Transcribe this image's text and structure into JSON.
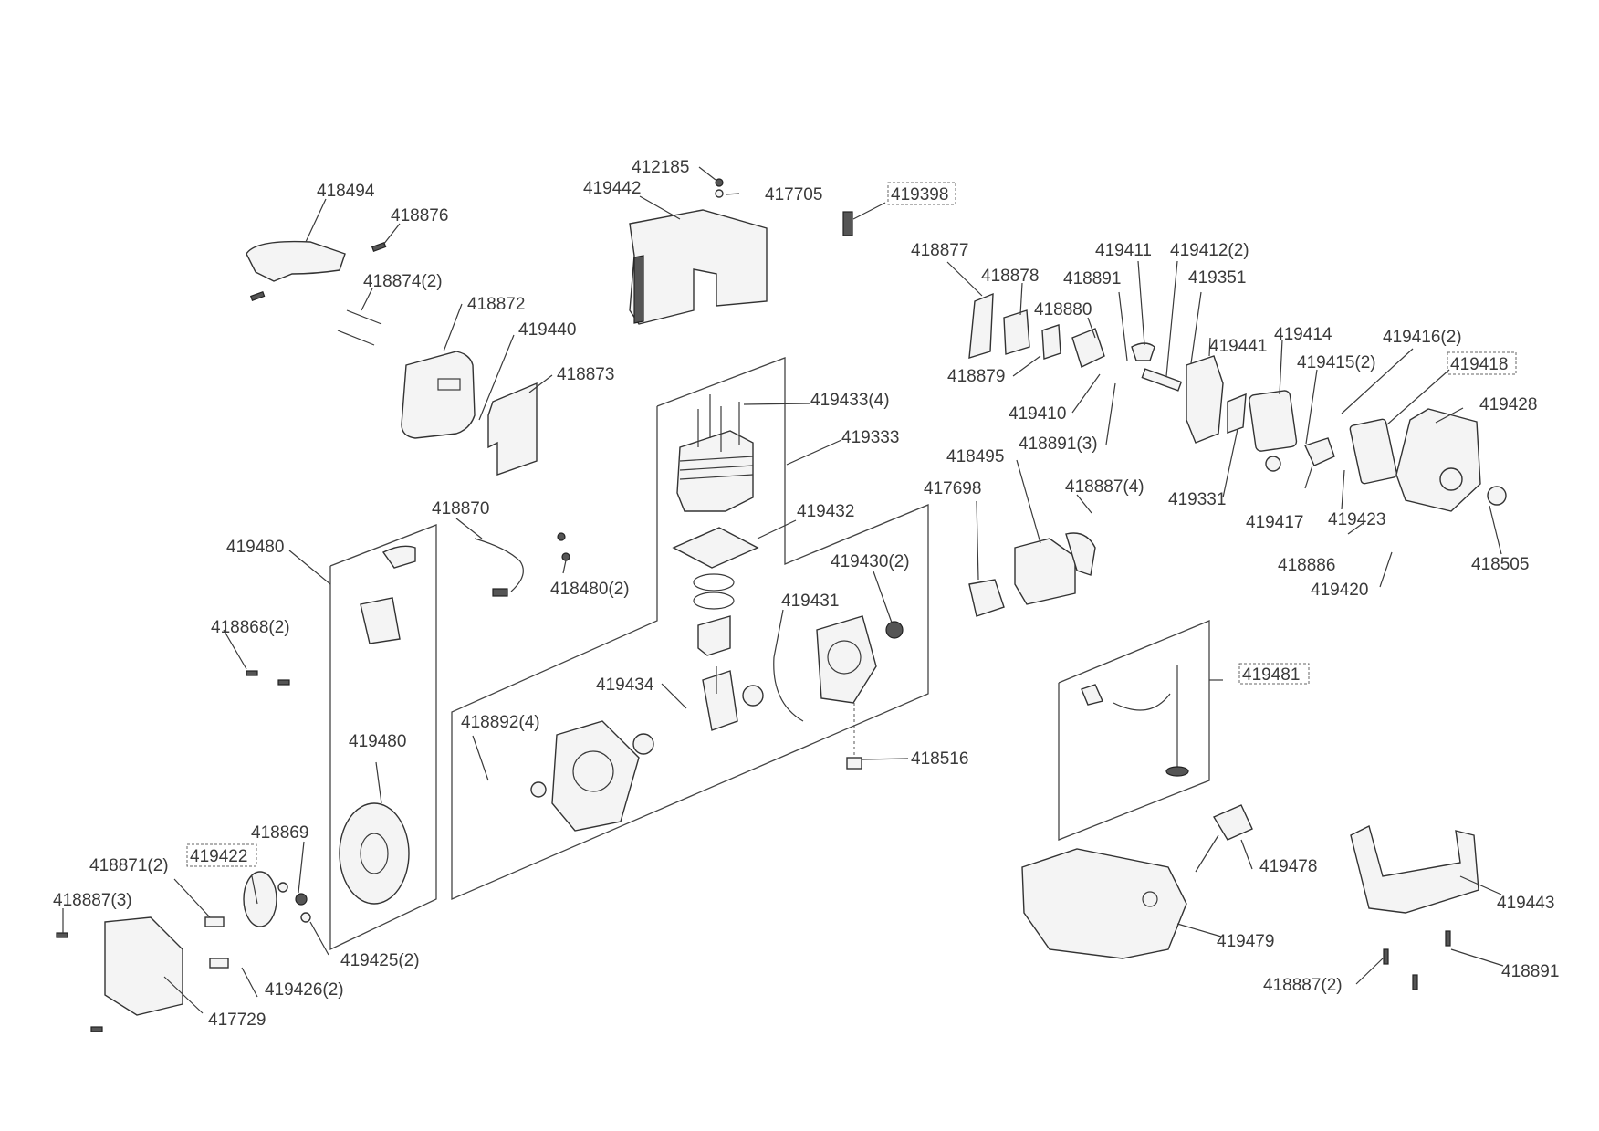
{
  "diagram": {
    "title": "Engine exploded parts diagram",
    "labels": {
      "p418494": "418494",
      "p418876": "418876",
      "p418874": "418874(2)",
      "p418872": "418872",
      "p419440": "419440",
      "p418873": "418873",
      "p412185": "412185",
      "p419442": "419442",
      "p417705": "417705",
      "p419398": "419398",
      "p418877": "418877",
      "p418878": "418878",
      "p418891a": "418891",
      "p418880": "418880",
      "p418879": "418879",
      "p419410": "419410",
      "p418891b": "418891(3)",
      "p419411": "419411",
      "p419412": "419412(2)",
      "p419351": "419351",
      "p419441": "419441",
      "p419414": "419414",
      "p419331": "419331",
      "p419415": "419415(2)",
      "p419416": "419416(2)",
      "p419418": "419418",
      "p419428": "419428",
      "p419417": "419417",
      "p419423": "419423",
      "p418886": "418886",
      "p419420": "419420",
      "p418505": "418505",
      "p419433": "419433(4)",
      "p419333": "419333",
      "p419432": "419432",
      "p418870": "418870",
      "p418480": "418480(2)",
      "p419430": "419430(2)",
      "p419431": "419431",
      "p419434": "419434",
      "p418892": "418892(4)",
      "p418516": "418516",
      "p418495": "418495",
      "p417698": "417698",
      "p418887a": "418887(4)",
      "p419480a": "419480",
      "p418868": "418868(2)",
      "p419480b": "419480",
      "p418869": "418869",
      "p419422": "419422",
      "p418871": "418871(2)",
      "p418887b": "418887(3)",
      "p419425": "419425(2)",
      "p419426": "419426(2)",
      "p417729": "417729",
      "p419481": "419481",
      "p419478": "419478",
      "p419479": "419479",
      "p419443": "419443",
      "p418887c": "418887(2)",
      "p418891c": "418891"
    },
    "boxed_labels": [
      "419398",
      "419418",
      "419422",
      "419481"
    ]
  }
}
